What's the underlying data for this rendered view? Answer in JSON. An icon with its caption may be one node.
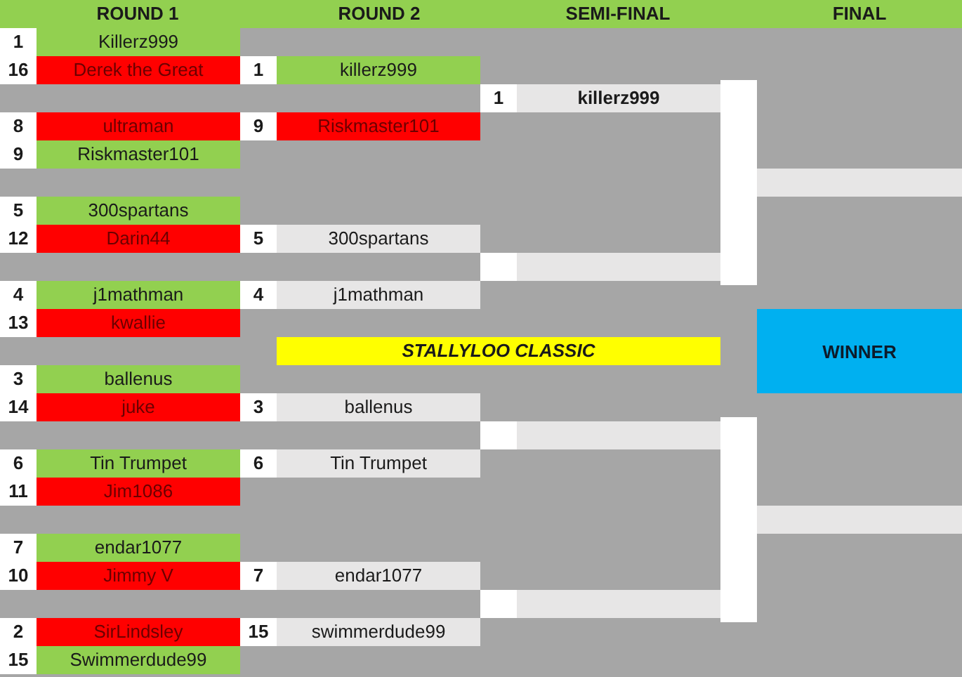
{
  "diagram": {
    "title": "STALLYLOO CLASSIC",
    "nodes": [
      {
        "text": [
          "1",
          "Killerz999"
        ]
      },
      {
        "text": [
          "16",
          "Derek the Great"
        ]
      },
      {
        "text": [
          "1",
          "killerz999"
        ]
      },
      {
        "text": [
          "1",
          "killerz999"
        ]
      },
      {
        "text": [
          "8",
          "ultraman"
        ]
      },
      {
        "text": [
          "9",
          "Riskmaster101"
        ]
      },
      {
        "text": [
          "9",
          "Riskmaster101"
        ]
      },
      {
        "text": [],
        "shape": "bar"
      },
      {
        "text": [
          "5",
          "300spartans"
        ]
      },
      {
        "text": [
          "12",
          "Darin44"
        ]
      },
      {
        "text": [
          "5",
          "300spartans"
        ]
      },
      {
        "text": [],
        "shape": "box"
      },
      {
        "text": [
          "4",
          "j1mathman"
        ]
      },
      {
        "text": [
          "4",
          "j1mathman"
        ]
      },
      {
        "text": [
          "13",
          "kwallie"
        ]
      },
      {
        "text": [
          "WINNER"
        ]
      },
      {
        "text": [
          "3",
          "ballenus"
        ]
      },
      {
        "text": [
          "14",
          "juke"
        ]
      },
      {
        "text": [
          "3",
          "ballenus"
        ]
      },
      {
        "text": [],
        "shape": "box"
      },
      {
        "text": [
          "6",
          "Tin Trumpet"
        ]
      },
      {
        "text": [
          "6",
          "Tin Trumpet"
        ]
      },
      {
        "text": [
          "11",
          "Jim1086"
        ]
      },
      {
        "text": [],
        "shape": "bar"
      },
      {
        "text": [
          "7",
          "endar1077"
        ]
      },
      {
        "text": [
          "10",
          "Jimmy V"
        ]
      },
      {
        "text": [
          "7",
          "endar1077"
        ]
      },
      {
        "text": [],
        "shape": "box"
      },
      {
        "text": [
          "2",
          "SirLindsley"
        ]
      },
      {
        "text": [
          "15",
          "swimmerdude99"
        ]
      },
      {
        "text": [
          "15",
          "Swimmerdude99"
        ]
      }
    ],
    "edges": [
      {
        "from": 3,
        "to": 7,
        "arrow": "none"
      },
      {
        "from": 11,
        "to": 7,
        "arrow": "none"
      },
      {
        "from": 19,
        "to": 23,
        "arrow": "none"
      },
      {
        "from": 27,
        "to": 23,
        "arrow": "none"
      }
    ],
    "labels": [
      "ROUND 1",
      "ROUND 2",
      "SEMI-FINAL",
      "FINAL"
    ]
  }
}
